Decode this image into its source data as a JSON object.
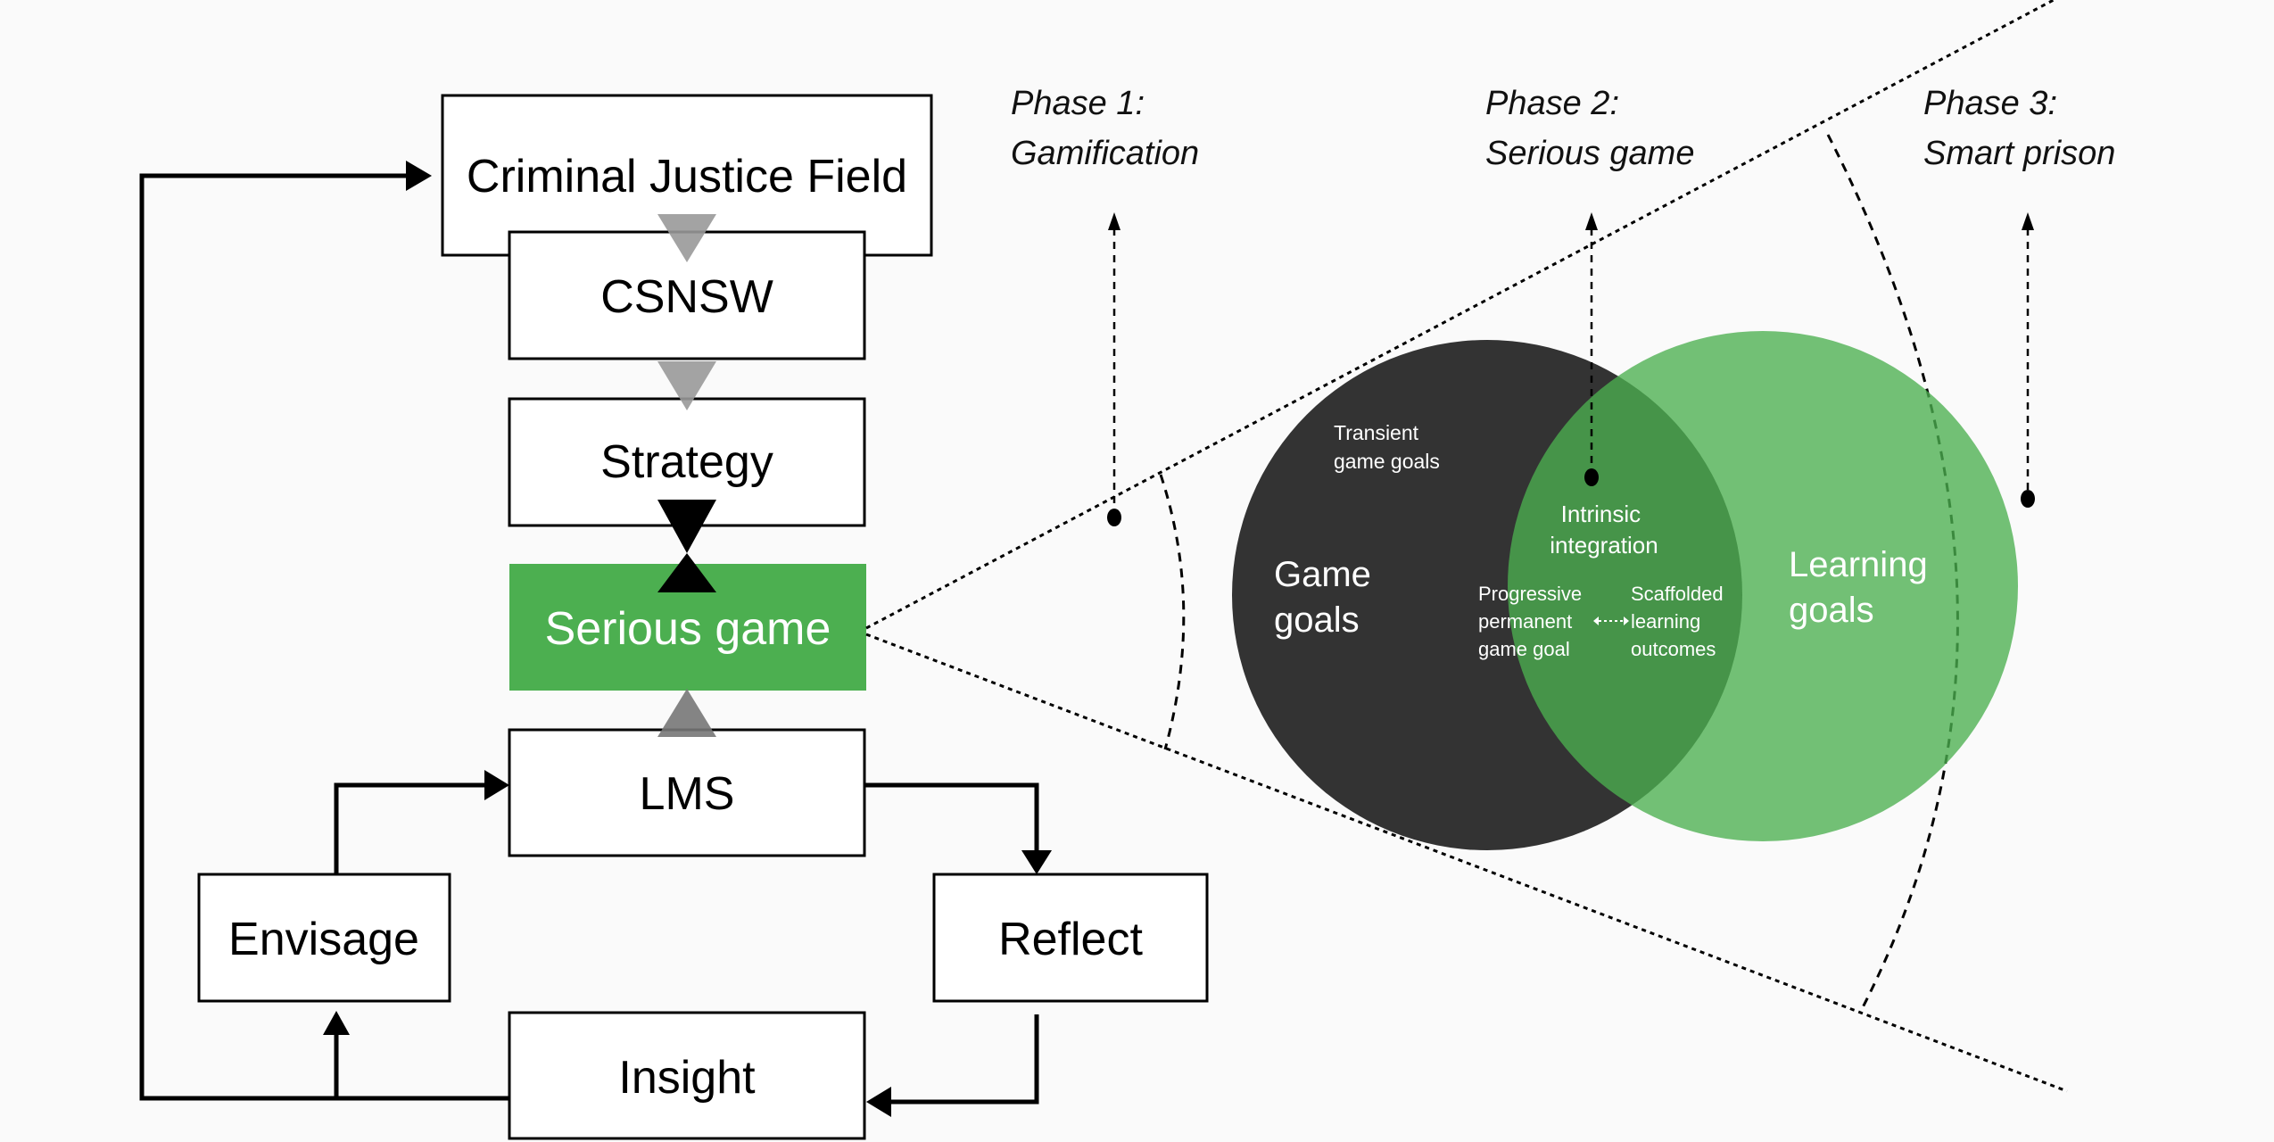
{
  "flow": {
    "criminal_justice_field": "Criminal Justice Field",
    "csnsw": "CSNSW",
    "strategy": "Strategy",
    "serious_game": "Serious game",
    "lms": "LMS",
    "envisage": "Envisage",
    "reflect": "Reflect",
    "insight": "Insight"
  },
  "phases": [
    {
      "line1": "Phase 1:",
      "line2": "Gamification"
    },
    {
      "line1": "Phase 2:",
      "line2": "Serious game"
    },
    {
      "line1": "Phase 3:",
      "line2": "Smart prison"
    }
  ],
  "venn": {
    "left": {
      "line1": "Game",
      "line2": "goals"
    },
    "right": {
      "line1": "Learning",
      "line2": "goals"
    },
    "transient": {
      "line1": "Transient",
      "line2": "game goals"
    },
    "intrinsic": {
      "line1": "Intrinsic",
      "line2": "integration"
    },
    "progressive": {
      "line1": "Progressive",
      "line2": "permanent",
      "line3": "game goal"
    },
    "scaffolded": {
      "line1": "Scaffolded",
      "line2": "learning",
      "line3": "outcomes"
    }
  },
  "colors": {
    "accent_green": "#4caf50",
    "dark_circle": "#333333",
    "light_green_circle": "#6fbe72",
    "overlap_green": "#48964a",
    "gray_arrow": "#999999"
  }
}
